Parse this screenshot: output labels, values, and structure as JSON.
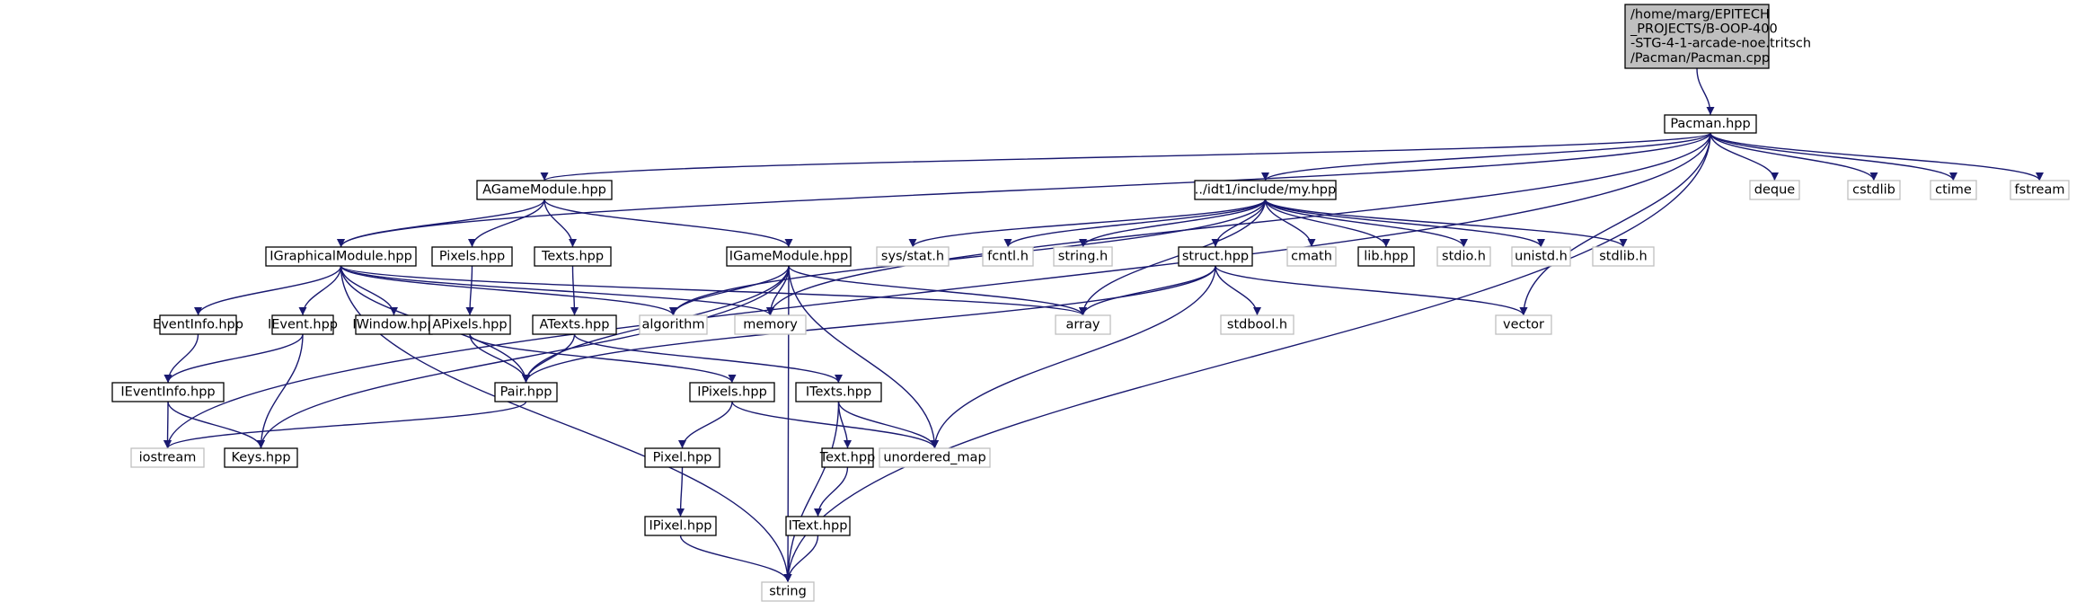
{
  "graph": {
    "colors": {
      "edge": "#191970",
      "node_border": "#000000",
      "external_border": "#bfbfbf",
      "root_fill": "#bfbfbf",
      "background": "#ffffff"
    },
    "nodes": [
      {
        "id": "root",
        "kind": "root",
        "lines": [
          "/home/marg/EPITECH",
          "_PROJECTS/B-OOP-400",
          "-STG-4-1-arcade-noe.tritsch",
          "/Pacman/Pacman.cpp"
        ]
      },
      {
        "id": "pacman",
        "kind": "local",
        "lines": [
          "Pacman.hpp"
        ]
      },
      {
        "id": "agame",
        "kind": "local",
        "lines": [
          "AGameModule.hpp"
        ]
      },
      {
        "id": "myhpp",
        "kind": "local",
        "lines": [
          "../idt1/include/my.hpp"
        ]
      },
      {
        "id": "deque",
        "kind": "external",
        "lines": [
          "deque"
        ]
      },
      {
        "id": "cstdlib",
        "kind": "external",
        "lines": [
          "cstdlib"
        ]
      },
      {
        "id": "ctime",
        "kind": "external",
        "lines": [
          "ctime"
        ]
      },
      {
        "id": "fstream",
        "kind": "external",
        "lines": [
          "fstream"
        ]
      },
      {
        "id": "igraph",
        "kind": "local",
        "lines": [
          "IGraphicalModule.hpp"
        ]
      },
      {
        "id": "pixels",
        "kind": "local",
        "lines": [
          "Pixels.hpp"
        ]
      },
      {
        "id": "texts",
        "kind": "local",
        "lines": [
          "Texts.hpp"
        ]
      },
      {
        "id": "igame",
        "kind": "local",
        "lines": [
          "IGameModule.hpp"
        ]
      },
      {
        "id": "sysstat",
        "kind": "external",
        "lines": [
          "sys/stat.h"
        ]
      },
      {
        "id": "fcntl",
        "kind": "external",
        "lines": [
          "fcntl.h"
        ]
      },
      {
        "id": "stringh",
        "kind": "external",
        "lines": [
          "string.h"
        ]
      },
      {
        "id": "struct",
        "kind": "local",
        "lines": [
          "struct.hpp"
        ]
      },
      {
        "id": "cmath",
        "kind": "external",
        "lines": [
          "cmath"
        ]
      },
      {
        "id": "lib",
        "kind": "local",
        "lines": [
          "lib.hpp"
        ]
      },
      {
        "id": "stdio",
        "kind": "external",
        "lines": [
          "stdio.h"
        ]
      },
      {
        "id": "unistd",
        "kind": "external",
        "lines": [
          "unistd.h"
        ]
      },
      {
        "id": "stdlib",
        "kind": "external",
        "lines": [
          "stdlib.h"
        ]
      },
      {
        "id": "eventinfo",
        "kind": "local",
        "lines": [
          "EventInfo.hpp"
        ]
      },
      {
        "id": "ievent",
        "kind": "local",
        "lines": [
          "IEvent.hpp"
        ]
      },
      {
        "id": "iwindow",
        "kind": "local",
        "lines": [
          "IWindow.hpp"
        ]
      },
      {
        "id": "apixels",
        "kind": "local",
        "lines": [
          "APixels.hpp"
        ]
      },
      {
        "id": "atexts",
        "kind": "local",
        "lines": [
          "ATexts.hpp"
        ]
      },
      {
        "id": "algorithm",
        "kind": "external",
        "lines": [
          "algorithm"
        ]
      },
      {
        "id": "memory",
        "kind": "external",
        "lines": [
          "memory"
        ]
      },
      {
        "id": "array",
        "kind": "external",
        "lines": [
          "array"
        ]
      },
      {
        "id": "stdbool",
        "kind": "external",
        "lines": [
          "stdbool.h"
        ]
      },
      {
        "id": "vector",
        "kind": "external",
        "lines": [
          "vector"
        ]
      },
      {
        "id": "ieventinfo",
        "kind": "local",
        "lines": [
          "IEventInfo.hpp"
        ]
      },
      {
        "id": "pair",
        "kind": "local",
        "lines": [
          "Pair.hpp"
        ]
      },
      {
        "id": "ipixels",
        "kind": "local",
        "lines": [
          "IPixels.hpp"
        ]
      },
      {
        "id": "itexts",
        "kind": "local",
        "lines": [
          "ITexts.hpp"
        ]
      },
      {
        "id": "iostream",
        "kind": "external",
        "lines": [
          "iostream"
        ]
      },
      {
        "id": "keys",
        "kind": "local",
        "lines": [
          "Keys.hpp"
        ]
      },
      {
        "id": "unordered",
        "kind": "external",
        "lines": [
          "unordered_map"
        ]
      },
      {
        "id": "pixel",
        "kind": "local",
        "lines": [
          "Pixel.hpp"
        ]
      },
      {
        "id": "text",
        "kind": "local",
        "lines": [
          "Text.hpp"
        ]
      },
      {
        "id": "ipixel",
        "kind": "local",
        "lines": [
          "IPixel.hpp"
        ]
      },
      {
        "id": "itext",
        "kind": "local",
        "lines": [
          "IText.hpp"
        ]
      },
      {
        "id": "string",
        "kind": "external",
        "lines": [
          "string"
        ]
      }
    ],
    "edges": [
      [
        "root",
        "pacman"
      ],
      [
        "pacman",
        "deque"
      ],
      [
        "pacman",
        "cstdlib"
      ],
      [
        "pacman",
        "ctime"
      ],
      [
        "pacman",
        "fstream"
      ],
      [
        "pacman",
        "agame"
      ],
      [
        "pacman",
        "myhpp"
      ],
      [
        "pacman",
        "igraph"
      ],
      [
        "pacman",
        "iostream"
      ],
      [
        "pacman",
        "memory"
      ],
      [
        "pacman",
        "vector"
      ],
      [
        "pacman",
        "string"
      ],
      [
        "agame",
        "igraph"
      ],
      [
        "agame",
        "pixels"
      ],
      [
        "agame",
        "texts"
      ],
      [
        "agame",
        "igame"
      ],
      [
        "myhpp",
        "sysstat"
      ],
      [
        "myhpp",
        "fcntl"
      ],
      [
        "myhpp",
        "stringh"
      ],
      [
        "myhpp",
        "struct"
      ],
      [
        "myhpp",
        "cmath"
      ],
      [
        "myhpp",
        "lib"
      ],
      [
        "myhpp",
        "stdio"
      ],
      [
        "myhpp",
        "unistd"
      ],
      [
        "myhpp",
        "stdlib"
      ],
      [
        "myhpp",
        "algorithm"
      ],
      [
        "myhpp",
        "array"
      ],
      [
        "igraph",
        "eventinfo"
      ],
      [
        "igraph",
        "ievent"
      ],
      [
        "igraph",
        "iwindow"
      ],
      [
        "igraph",
        "pair"
      ],
      [
        "igraph",
        "algorithm"
      ],
      [
        "igraph",
        "memory"
      ],
      [
        "igraph",
        "array"
      ],
      [
        "igraph",
        "string"
      ],
      [
        "pixels",
        "apixels"
      ],
      [
        "texts",
        "atexts"
      ],
      [
        "igame",
        "algorithm"
      ],
      [
        "igame",
        "memory"
      ],
      [
        "igame",
        "array"
      ],
      [
        "igame",
        "pair"
      ],
      [
        "igame",
        "keys"
      ],
      [
        "igame",
        "unordered"
      ],
      [
        "igame",
        "string"
      ],
      [
        "struct",
        "array"
      ],
      [
        "struct",
        "stdbool"
      ],
      [
        "struct",
        "vector"
      ],
      [
        "struct",
        "pair"
      ],
      [
        "struct",
        "unordered"
      ],
      [
        "eventinfo",
        "ieventinfo"
      ],
      [
        "ievent",
        "ieventinfo"
      ],
      [
        "ievent",
        "keys"
      ],
      [
        "apixels",
        "pair"
      ],
      [
        "apixels",
        "ipixels"
      ],
      [
        "atexts",
        "pair"
      ],
      [
        "atexts",
        "itexts"
      ],
      [
        "ieventinfo",
        "iostream"
      ],
      [
        "ieventinfo",
        "keys"
      ],
      [
        "pair",
        "iostream"
      ],
      [
        "ipixels",
        "pixel"
      ],
      [
        "ipixels",
        "unordered"
      ],
      [
        "itexts",
        "text"
      ],
      [
        "itexts",
        "unordered"
      ],
      [
        "itexts",
        "string"
      ],
      [
        "pixel",
        "ipixel"
      ],
      [
        "text",
        "itext"
      ],
      [
        "ipixel",
        "string"
      ],
      [
        "itext",
        "string"
      ]
    ]
  }
}
